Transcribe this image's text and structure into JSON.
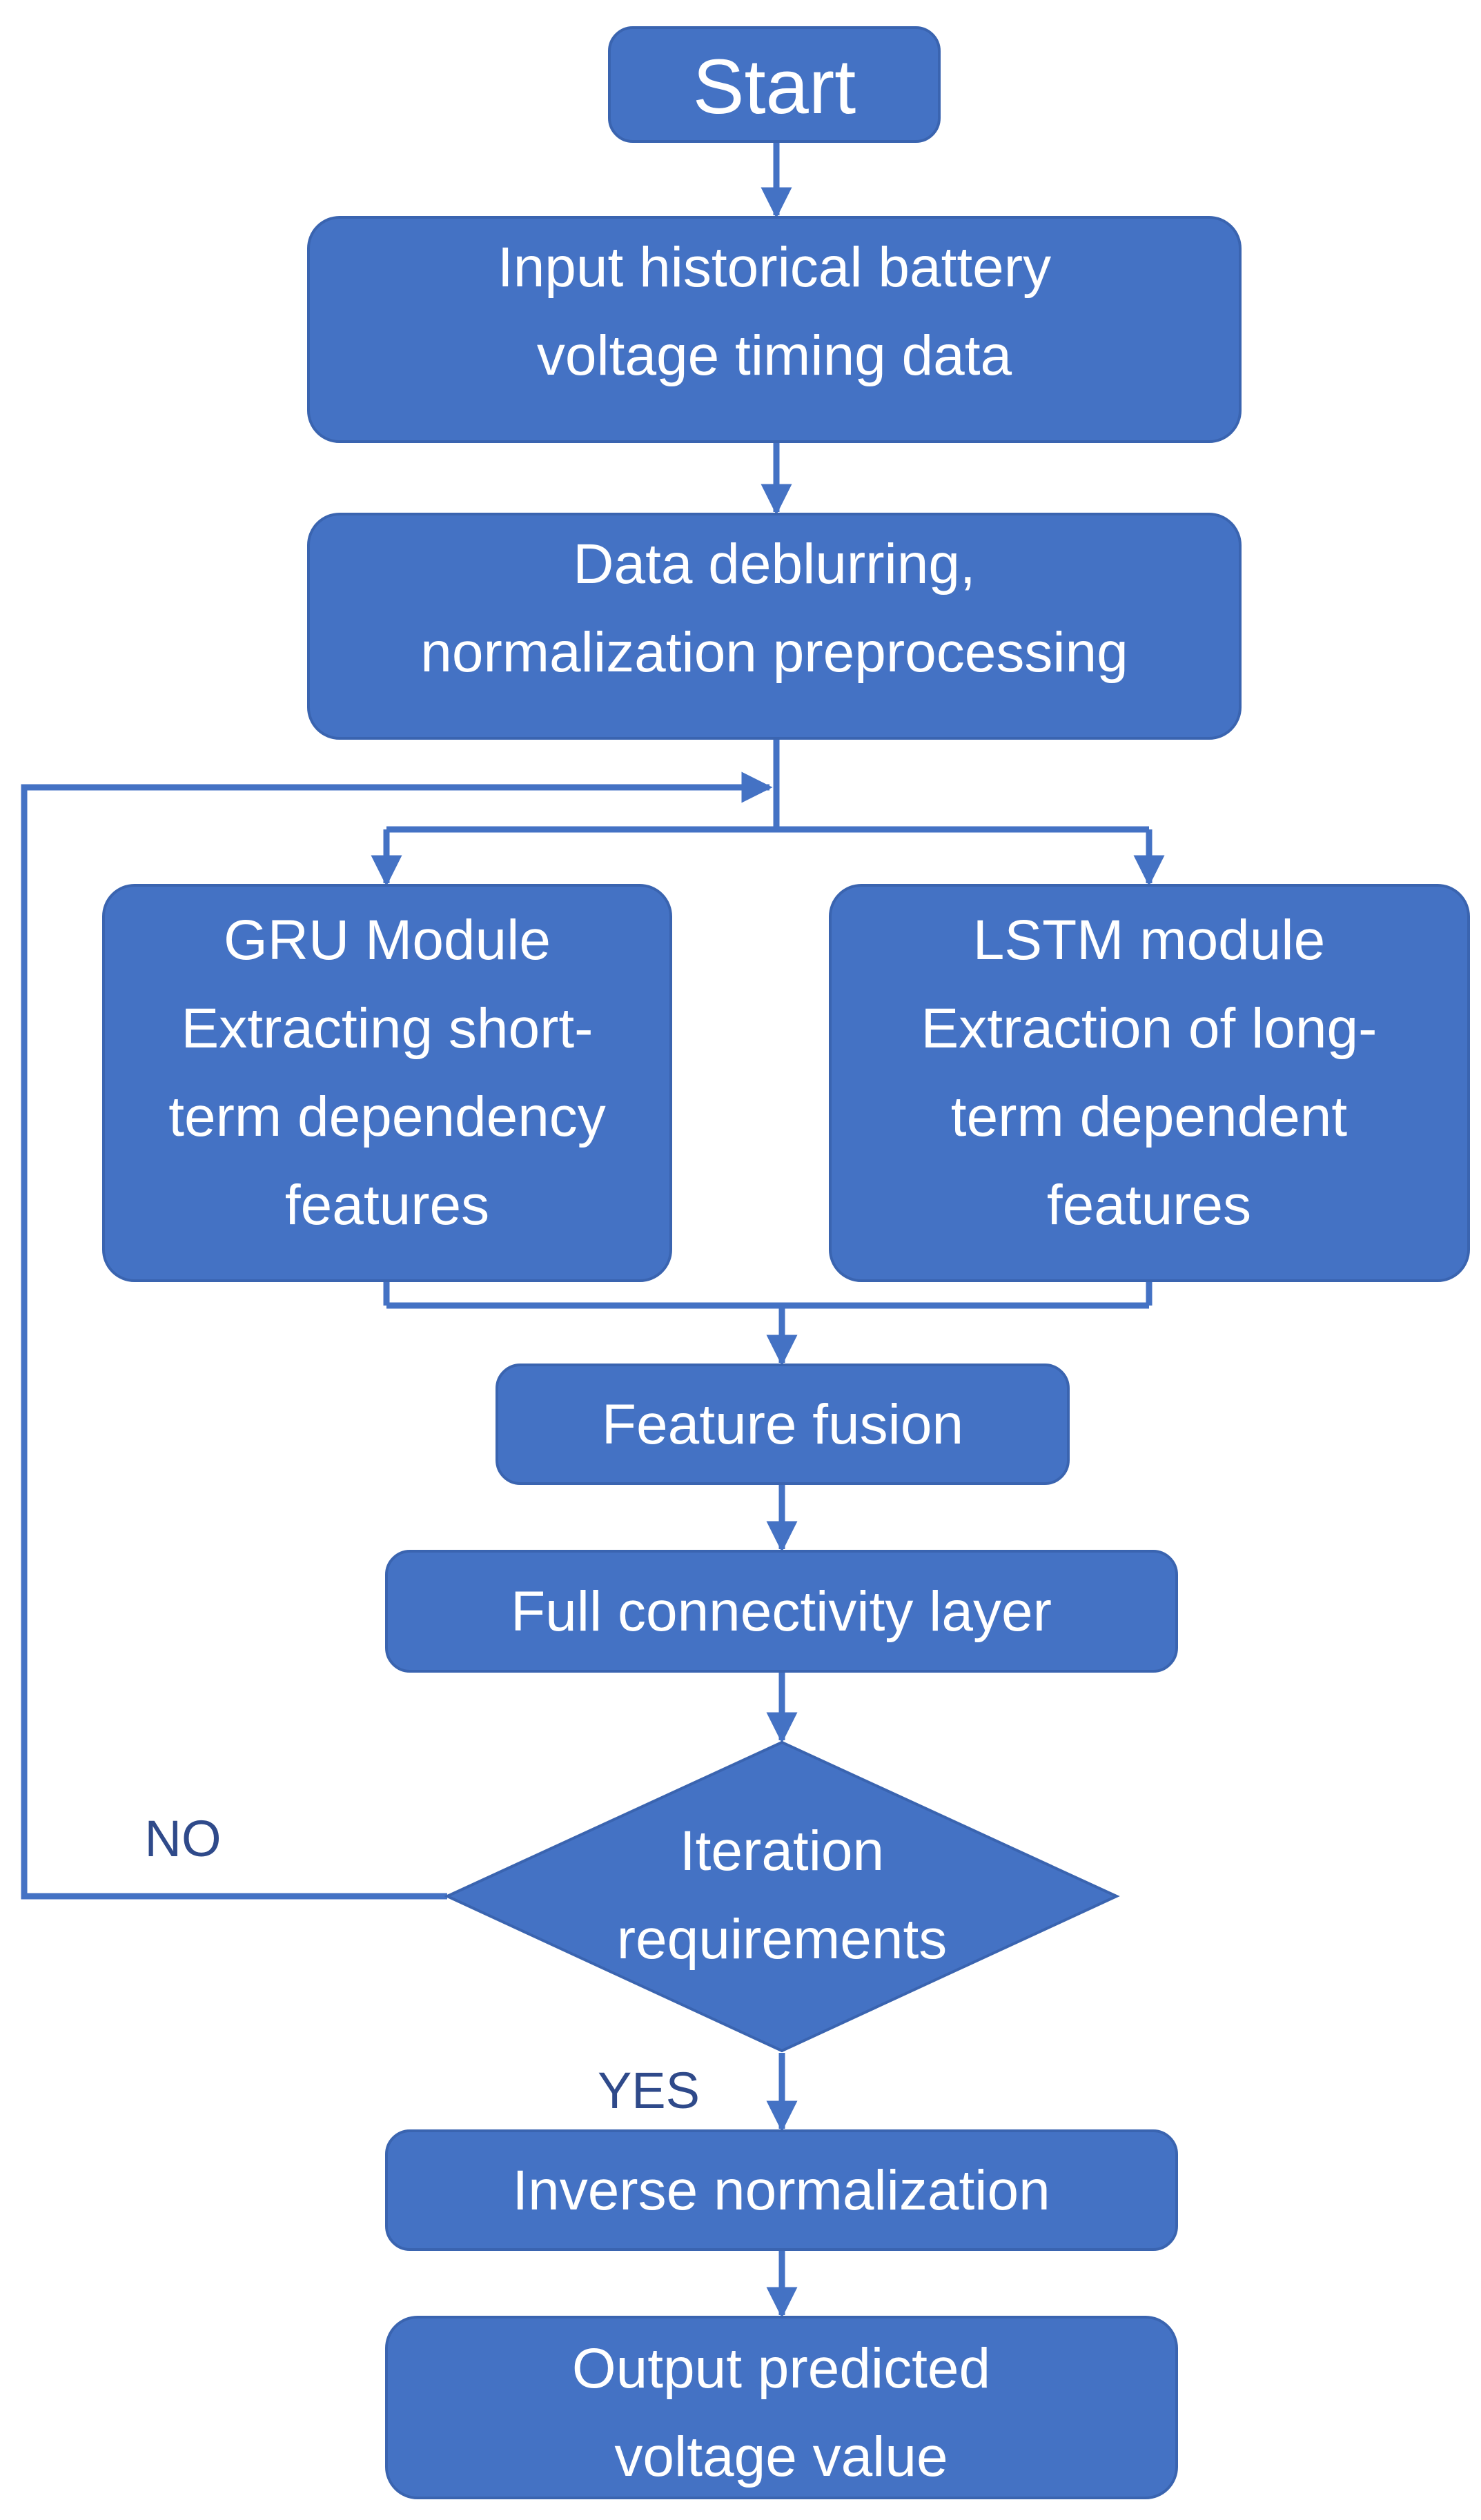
{
  "colors": {
    "box_fill": "#4472c4",
    "box_stroke": "#3a64b0",
    "connector": "#4472c4",
    "box_text": "#ffffff",
    "label_text": "#2f4a8a"
  },
  "nodes": {
    "start": {
      "lines": [
        "Start"
      ]
    },
    "input": {
      "lines": [
        "Input historical battery",
        "voltage timing data"
      ]
    },
    "preprocess": {
      "lines": [
        "Data deblurring,",
        "normalization preprocessing"
      ]
    },
    "gru": {
      "lines": [
        "GRU Module",
        "Extracting short-",
        "term dependency",
        "features"
      ]
    },
    "lstm": {
      "lines": [
        "LSTM module",
        "Extraction of long-",
        "term dependent",
        "features"
      ]
    },
    "fusion": {
      "lines": [
        "Feature fusion"
      ]
    },
    "fc": {
      "lines": [
        "Full connectivity layer"
      ]
    },
    "decision": {
      "lines": [
        "Iteration",
        "requirements"
      ]
    },
    "inverse": {
      "lines": [
        "Inverse normalization"
      ]
    },
    "output": {
      "lines": [
        "Output predicted",
        "voltage value"
      ]
    }
  },
  "labels": {
    "no": "NO",
    "yes": "YES"
  }
}
